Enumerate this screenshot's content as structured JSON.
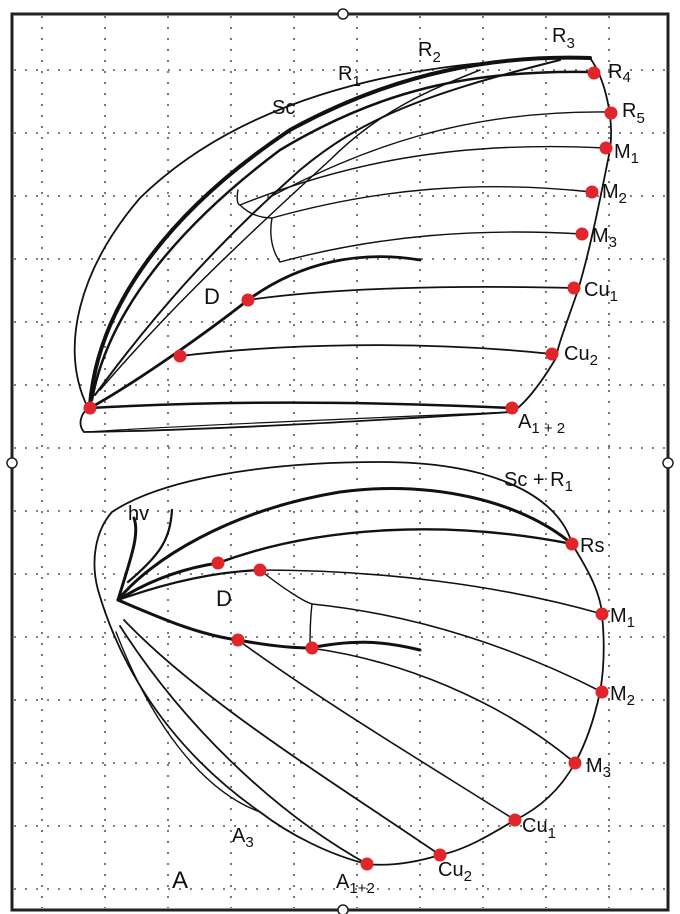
{
  "colors": {
    "landmark": "#e0262b",
    "vein": "#111111",
    "grid": "#555555",
    "frame": "#222222"
  },
  "panel_label": "A",
  "forewing": {
    "cell_label": "D",
    "labels": {
      "sc": "Sc",
      "r1": "R",
      "r1_sub": "1",
      "r2": "R",
      "r2_sub": "2",
      "r3": "R",
      "r3_sub": "3",
      "r4": "R",
      "r4_sub": "4",
      "r5": "R",
      "r5_sub": "5",
      "m1": "M",
      "m1_sub": "1",
      "m2": "M",
      "m2_sub": "2",
      "m3": "M",
      "m3_sub": "3",
      "cu1": "Cu",
      "cu1_sub": "1",
      "cu2": "Cu",
      "cu2_sub": "2",
      "a12": "A",
      "a12_sub": "1 + 2"
    }
  },
  "hindwing": {
    "cell_label": "D",
    "labels": {
      "hv": "hv",
      "scr1": "Sc + R",
      "scr1_sub": "1",
      "rs": "Rs",
      "m1": "M",
      "m1_sub": "1",
      "m2": "M",
      "m2_sub": "2",
      "m3": "M",
      "m3_sub": "3",
      "cu1": "Cu",
      "cu1_sub": "1",
      "cu2": "Cu",
      "cu2_sub": "2",
      "a12": "A",
      "a12_sub": "1+2",
      "a3": "A",
      "a3_sub": "3"
    }
  }
}
